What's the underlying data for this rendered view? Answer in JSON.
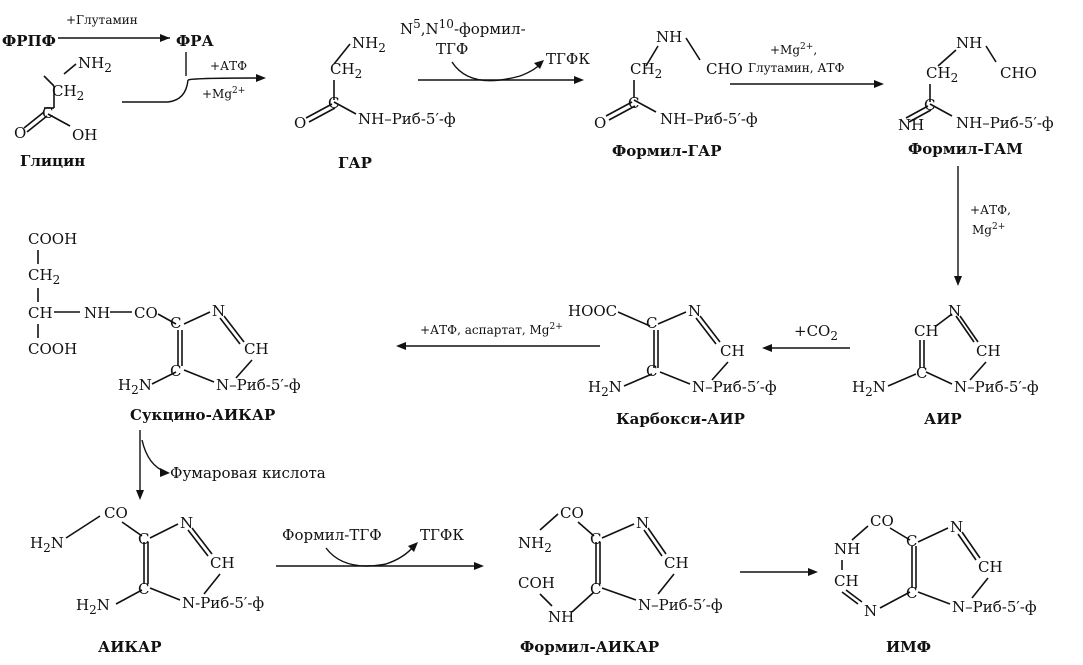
{
  "compounds": {
    "frpf": "ФРПФ",
    "fra": "ФРА",
    "glycine": {
      "name": "Глицин",
      "nh2": "NH",
      "nh2_sub": "2",
      "ch2": "CH",
      "ch2_sub": "2",
      "o": "O",
      "c": "C",
      "oh": "OH"
    },
    "gar": {
      "name": "ГАР",
      "nh2": "NH",
      "nh2_sub": "2",
      "ch2": "CH",
      "ch2_sub": "2",
      "o": "O",
      "c": "C",
      "rib": "NH–Риб-5′-ф"
    },
    "formyl_gar": {
      "name": "Формил-ГАР",
      "nh": "NH",
      "cho": "CHO",
      "ch2": "CH",
      "ch2_sub": "2",
      "o": "O",
      "c": "C",
      "rib": "NH–Риб-5′-ф"
    },
    "formyl_gam": {
      "name": "Формил-ГАМ",
      "nh": "NH",
      "cho": "CHO",
      "ch2": "CH",
      "ch2_sub": "2",
      "nh_imine": "NH",
      "c": "C",
      "rib": "NH–Риб-5′-ф"
    },
    "air": {
      "name": "АИР",
      "ch": "CH",
      "n": "N",
      "ch_ring": "CH",
      "h2n": "H",
      "h2n_sub": "2",
      "h2n_n": "N",
      "c": "C",
      "rib": "N–Риб-5′-ф"
    },
    "carboxy_air": {
      "name": "Карбокси-АИР",
      "hooc": "HOOC",
      "n": "N",
      "ch": "CH",
      "h2n": "H",
      "h2n_sub": "2",
      "h2n_n": "N",
      "c1": "C",
      "c2": "C",
      "rib": "N–Риб-5′-ф"
    },
    "succino_aicar": {
      "name": "Сукцино-АИКАР",
      "cooh1": "COOH",
      "ch2": "CH",
      "ch2_sub": "2",
      "ch": "CH",
      "nh": "NH",
      "co": "CO",
      "cooh2": "COOH",
      "n": "N",
      "ch_ring": "CH",
      "h2n": "H",
      "h2n_sub": "2",
      "h2n_n": "N",
      "c1": "C",
      "c2": "C",
      "rib": "N–Риб-5′-ф"
    },
    "aicar": {
      "name": "АИКАР",
      "co": "CO",
      "h2n_top": "H",
      "h2n_top_sub": "2",
      "h2n_top_n": "N",
      "n": "N",
      "ch": "CH",
      "h2n": "H",
      "h2n_sub": "2",
      "h2n_n": "N",
      "c1": "C",
      "c2": "C",
      "rib": "N-Риб-5′-ф"
    },
    "formyl_aicar": {
      "name": "Формил-АИКАР",
      "co": "CO",
      "nh2": "NH",
      "nh2_sub": "2",
      "n": "N",
      "ch": "CH",
      "coh": "COH",
      "nh": "NH",
      "c1": "C",
      "c2": "C",
      "rib": "N–Риб-5′-ф"
    },
    "imp": {
      "name": "ИМФ",
      "co": "CO",
      "nh": "NH",
      "n_ring": "N",
      "ch": "CH",
      "hc": "CH",
      "n_bottom": "N",
      "c1": "C",
      "c2": "C",
      "rib": "N–Риб-5′-ф"
    }
  },
  "reactions": {
    "r1_top": "+Глутамин",
    "r1_atp": "+АТФ",
    "r1_mg": "+Mg",
    "r1_mg_sup": "2+",
    "r2_cofactor_n5": "N",
    "r2_cofactor_n5_sup": "5",
    "r2_cofactor_n10": ",N",
    "r2_cofactor_n10_sup": "10",
    "r2_cofactor_rest": "-формил-",
    "r2_cofactor_line2": "ТГФ",
    "r2_product": "ТГФК",
    "r3_mg": "+Mg",
    "r3_mg_sup": "2+",
    "r3_mg_tail": ",",
    "r3_line2": "Глутамин, АТФ",
    "r4_atp": "+АТФ,",
    "r4_mg": "Mg",
    "r4_mg_sup": "2+",
    "r5_co2": "+CO",
    "r5_co2_sub": "2",
    "r6_label": "+АТФ, аспартат, Mg",
    "r6_label_sup": "2+",
    "r7_product": "Фумаровая кислота",
    "r8_cofactor": "Формил-ТГФ",
    "r8_product": "ТГФК"
  }
}
